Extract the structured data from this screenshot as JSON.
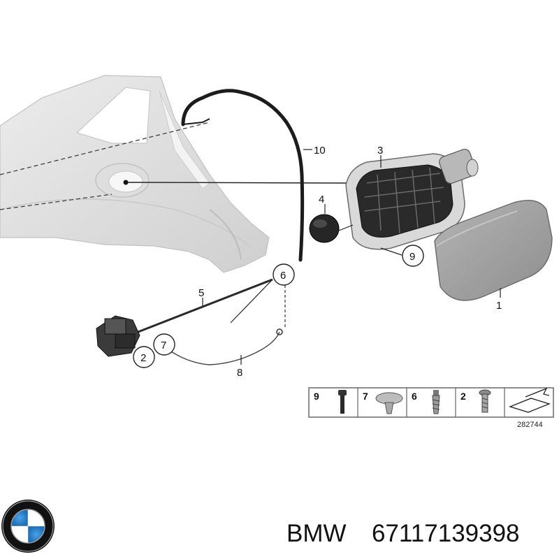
{
  "callouts": {
    "c1": "1",
    "c2": "2",
    "c3": "3",
    "c4": "4",
    "c5": "5",
    "c6": "6",
    "c7": "7",
    "c8": "8",
    "c9": "9",
    "c10": "10"
  },
  "legend": {
    "items": [
      "9",
      "7",
      "6",
      "2"
    ],
    "diagram_number": "282744"
  },
  "caption": {
    "brand": "BMW",
    "part_number": "67117139398"
  },
  "colors": {
    "part_gray": "#9a9a9a",
    "body_light": "#e4e4e4",
    "line": "#222222"
  }
}
